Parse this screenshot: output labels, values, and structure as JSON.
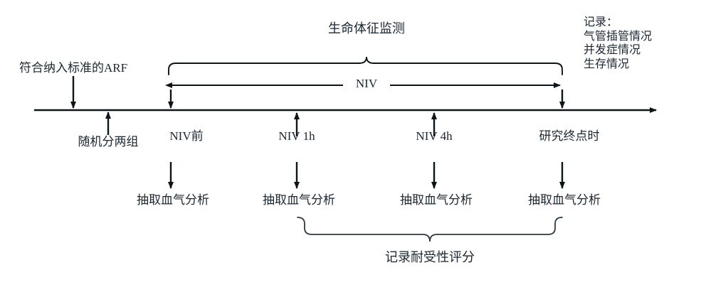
{
  "diagram": {
    "title": "临床研究流程时间轴",
    "stroke_color": "#1b2630",
    "text_color": "#1b2630",
    "background": "#ffffff"
  },
  "top": {
    "monitoring_label": "生命体征监测",
    "niv_span_label": "NIV",
    "record_heading": "记录：",
    "record_lines": [
      "气管插管情况",
      "并发症情况",
      "生存情况"
    ]
  },
  "timeline": {
    "entry_label": "符合纳入标准的ARF",
    "randomize_label": "随机分两组",
    "points": [
      {
        "id": "pre-niv",
        "label": "NIV前",
        "sample_label": "抽取血气分析"
      },
      {
        "id": "niv-1h",
        "label": "NIV 1h",
        "sample_label": "抽取血气分析"
      },
      {
        "id": "niv-4h",
        "label": "NIV 4h",
        "sample_label": "抽取血气分析"
      },
      {
        "id": "endpoint",
        "label": "研究终点时",
        "sample_label": "抽取血气分析"
      }
    ]
  },
  "bottom": {
    "tolerance_label": "记录耐受性评分"
  }
}
